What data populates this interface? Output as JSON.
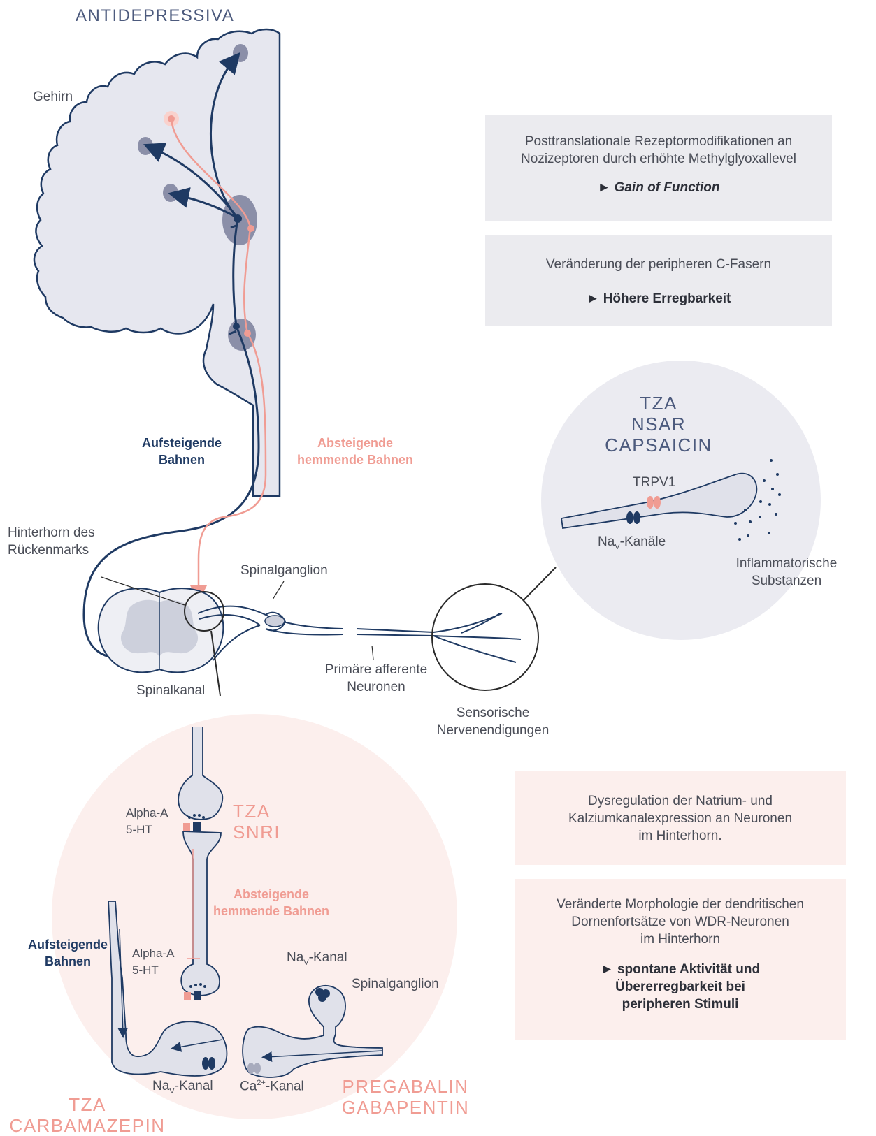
{
  "title": "ANTIDEPRESSIVA",
  "labels": {
    "brain": "Gehirn",
    "ascending": [
      "Aufsteigende",
      "Bahnen"
    ],
    "descending": [
      "Absteigende",
      "hemmende Bahnen"
    ],
    "dorsal_horn": [
      "Hinterhorn des",
      "Rückenmarks"
    ],
    "spinal_ganglion": "Spinalganglion",
    "primary_afferent": [
      "Primäre afferente",
      "Neuronen"
    ],
    "spinal_canal": "Spinalkanal",
    "sensory_endings": [
      "Sensorische",
      "Nervenendigungen"
    ],
    "trpv1": "TRPV1",
    "nav_channels": "Kanäle",
    "inflammatory": [
      "Inflammatorische",
      "Substanzen"
    ],
    "alpha_a_top": [
      "Alpha-A",
      "5-HT"
    ],
    "alpha_a_bottom": [
      "Alpha-A",
      "5-HT"
    ],
    "descending_inner": [
      "Absteigende",
      "hemmende Bahnen"
    ],
    "ascending_inner": [
      "Aufsteigende",
      "Bahnen"
    ],
    "nav_kanal_top": "Kanal",
    "spinal_ganglion_inner": "Spinalganglion",
    "nav_kanal_bottom": "Kanal",
    "ca_kanal": "-Kanal",
    "na_prefix": "Na",
    "v_sub": "V",
    "ca_prefix": "Ca",
    "ca_sup": "2+"
  },
  "drugs": {
    "peripheral": [
      "TZA",
      "NSAR",
      "CAPSAICIN"
    ],
    "snri": [
      "TZA",
      "SNRI"
    ],
    "carbamazepin": [
      "TZA",
      "CARBAMAZEPIN"
    ],
    "pregabalin": [
      "PREGABALIN",
      "GABAPENTIN"
    ]
  },
  "boxes": {
    "box1": {
      "text": [
        "Posttranslationale Rezeptormodifikationen an",
        "Nozizeptoren durch erhöhte Methylglyoxallevel"
      ],
      "emph": "► Gain of Function"
    },
    "box2": {
      "text": [
        "Veränderung der peripheren C-Fasern"
      ],
      "emph": "► Höhere Erregbarkeit"
    },
    "box3": {
      "text": [
        "Dysregulation der Natrium- und",
        "Kalziumkanalexpression an Neuronen",
        "im Hinterhorn."
      ]
    },
    "box4": {
      "text": [
        "Veränderte Morphologie der dendritischen",
        "Dornenfortsätze von WDR-Neuronen",
        "im Hinterhorn"
      ],
      "emph": [
        "► spontane Aktivität und",
        "Übererregbarkeit bei",
        "peripheren Stimuli"
      ]
    }
  },
  "colors": {
    "navy": "#1f3a63",
    "salmon": "#f09c93",
    "slate": "#4c5a7d",
    "brain_fill": "#e6e7ef",
    "box_gray": "#ebebef",
    "box_pink": "#fcefed"
  }
}
